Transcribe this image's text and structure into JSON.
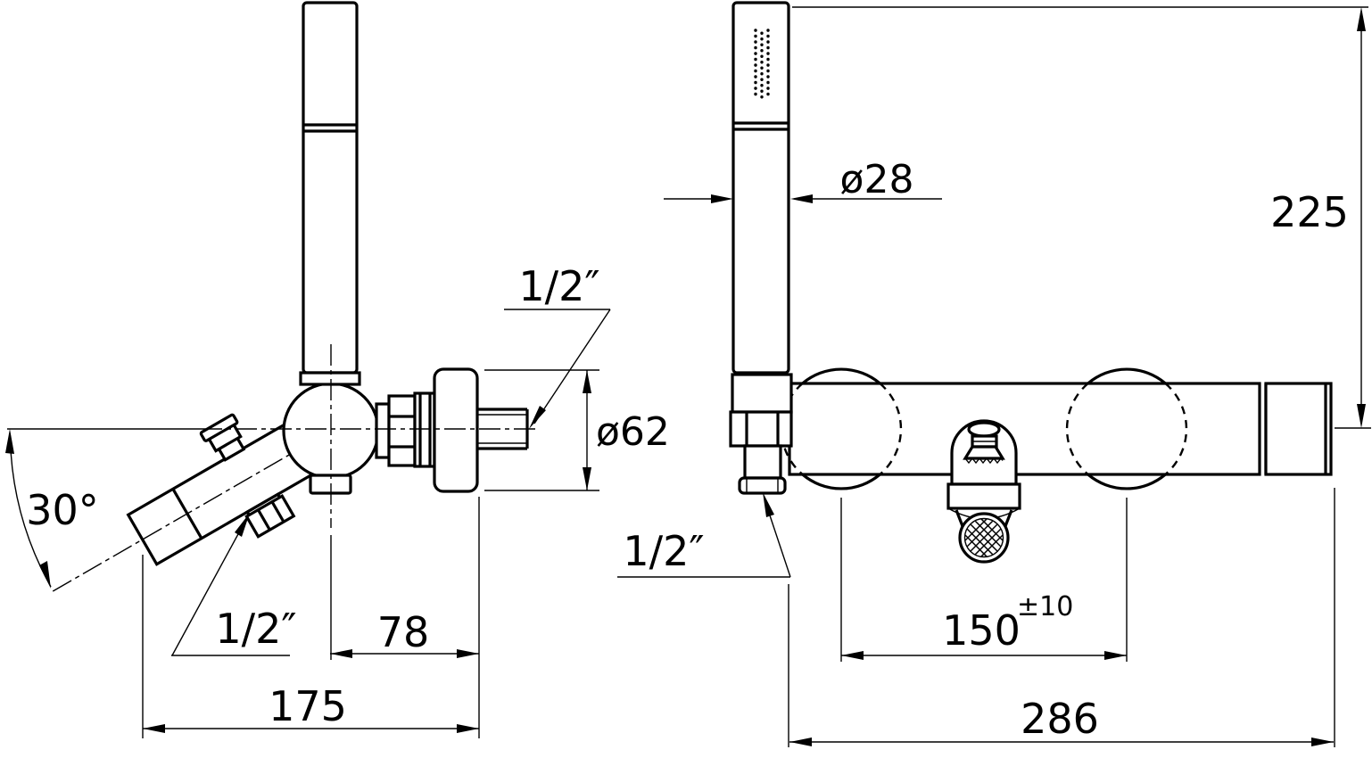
{
  "colors": {
    "line": "#000000",
    "background": "#ffffff"
  },
  "side_view": {
    "angle_label": "30°",
    "wall_thread_label": "1/2″",
    "flange_diameter_label": "ø62",
    "outlet_thread_label": "1/2″",
    "center_to_flange_dim": "78",
    "depth_dim": "175"
  },
  "front_view": {
    "handshower_diameter_label": "ø28",
    "height_dim": "225",
    "supply_thread_label": "1/2″",
    "connection_centers_dim": "150",
    "connection_centers_tolerance": "±10",
    "overall_width_dim": "286"
  }
}
